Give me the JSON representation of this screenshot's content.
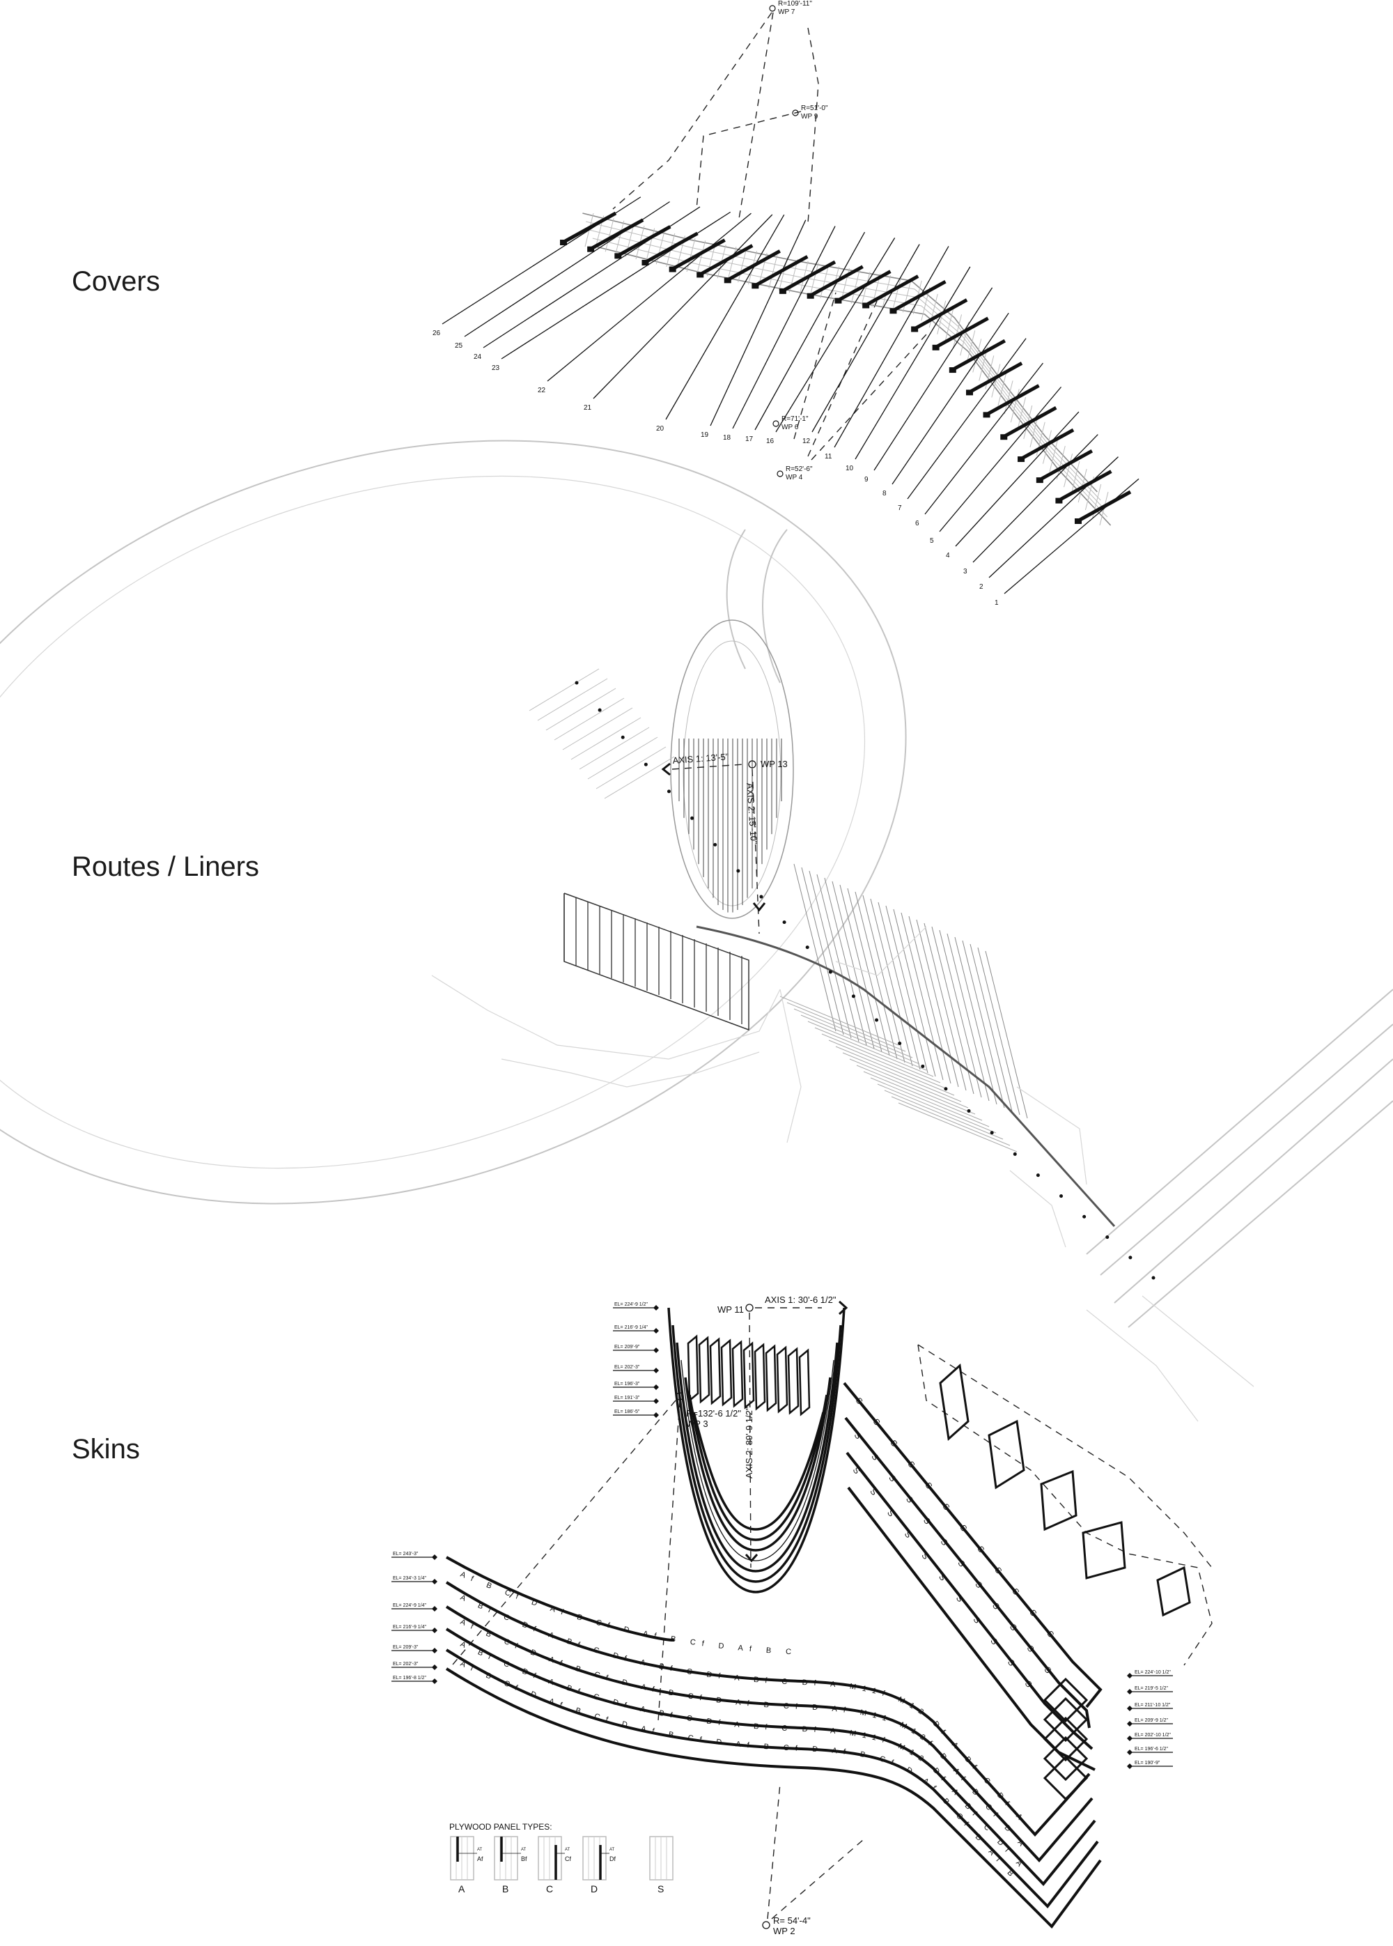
{
  "sections": {
    "covers": "Covers",
    "routes": "Routes / Liners",
    "skins": "Skins"
  },
  "covers": {
    "rib_labels": [
      "26",
      "25",
      "24",
      "23",
      "22",
      "21",
      "20",
      "19",
      "18",
      "17",
      "16",
      "12",
      "11",
      "10",
      "9",
      "8",
      "7",
      "6",
      "5",
      "4",
      "3",
      "2",
      "1"
    ],
    "markers": [
      {
        "r": "R=109'-11\"",
        "wp": "WP 7"
      },
      {
        "r": "R=51'-0\"",
        "wp": "WP 9"
      },
      {
        "r": "R=71'-1\"",
        "wp": "WP 6"
      },
      {
        "r": "R=52'-6\"",
        "wp": "WP 4"
      }
    ]
  },
  "routes": {
    "axis1": "AXIS 1: 13'-5\"",
    "wp": "WP 13",
    "axis2": "AXIS 2: 15'-10\""
  },
  "skins": {
    "axis1": "AXIS 1: 30'-6 1/2\"",
    "wp11": "WP 11",
    "axis2": "AXIS 2: 89'-9 1/2\"",
    "marker_wp3": {
      "r": "R=132'-6 1/2\"",
      "wp": "WP 3"
    },
    "marker_wp2": {
      "r": "R= 54'-4\"",
      "wp": "WP 2"
    },
    "top_elevations": [
      "EL= 224'-9 1/2\"",
      "EL= 216'-9 1/4\"",
      "EL= 209'-9\"",
      "EL= 202'-3\"",
      "EL= 196'-3\"",
      "EL= 191'-3\"",
      "EL= 186'-5\""
    ],
    "left_elevations": [
      "EL= 243'-3\"",
      "EL= 234'-3 1/4\"",
      "EL= 224'-9 1/4\"",
      "EL= 216'-9 1/4\"",
      "EL= 209'-3\"",
      "EL= 202'-3\"",
      "EL= 196'-8 1/2\""
    ],
    "right_elevations": [
      "EL= 224'-10 1/2\"",
      "EL= 219'-5 1/2\"",
      "EL= 211'-10 1/2\"",
      "EL= 209'-9 1/2\"",
      "EL= 202'-10 1/2\"",
      "EL= 196'-6 1/2\"",
      "EL= 190'-9\""
    ],
    "band_rows": [
      "Af B Cf D Af B Cf D Af B Cf D Af B Cf D Af M11",
      "A Bf C Df A Bf C Df A Bf C Df A Bf C Df A M11f M12 Df A Bf C Df A Bf C Df A Bf M13",
      "Af B Cf D Af B Cf D Af B Cf D Af B Cf D Af M11 M12f D Af B Cf D Af B Cf D Af B M13f",
      "A Bf C Df A Bf C Df A Bf C Df A Bf C Df A M11f M12 Df A Bf C Df A Bf C Df A Bf C Df",
      "Af B Cf D Af B Cf D Af B Cf D Af B Cf D Af B Cf D Af B Cf D Af B Cf"
    ],
    "s_rows": [
      "S S S S S S S S S S S S S S S S S S S S",
      "S S S S S S S S S S S S S S S S S S S S",
      "S S S S S S S S S S S S S S S S S S S S"
    ],
    "legend": {
      "title": "PLYWOOD PANEL TYPES:",
      "types": [
        {
          "label": "A",
          "at": "AT",
          "note": "Af"
        },
        {
          "label": "B",
          "at": "AT",
          "note": "Bf"
        },
        {
          "label": "C",
          "at": "AT",
          "note": "Cf"
        },
        {
          "label": "D",
          "at": "AT",
          "note": "Df"
        },
        {
          "label": "S"
        }
      ]
    }
  }
}
